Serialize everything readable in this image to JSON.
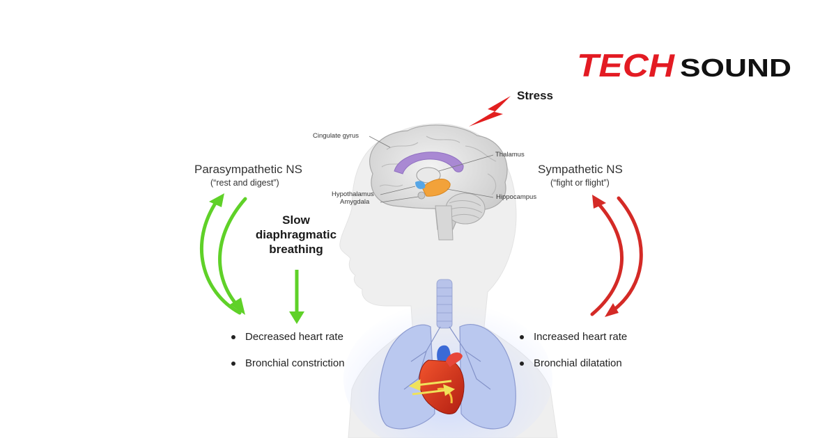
{
  "logo": {
    "part1": "TECH",
    "part2": "SOUND",
    "part1_color": "#e31b23",
    "part2_color": "#111111"
  },
  "stress": "Stress",
  "brain_labels": {
    "cingulate": "Cingulate gyrus",
    "thalamus": "Thalamus",
    "hypothalamus": "Hypothalamus",
    "amygdala": "Amygdala",
    "hippocampus": "Hippocampus"
  },
  "left": {
    "title": "Parasympathetic NS",
    "subtitle": "(“rest and digest”)",
    "breathing": [
      "Slow",
      "diaphragmatic",
      "breathing"
    ],
    "bullets": [
      "Decreased heart rate",
      "Bronchial constriction"
    ],
    "arrow_color": "#5fd128"
  },
  "right": {
    "title": "Sympathetic NS",
    "subtitle": "(“fight or flight”)",
    "bullets": [
      "Increased heart rate",
      "Bronchial dilatation"
    ],
    "arrow_color": "#d42a26"
  }
}
